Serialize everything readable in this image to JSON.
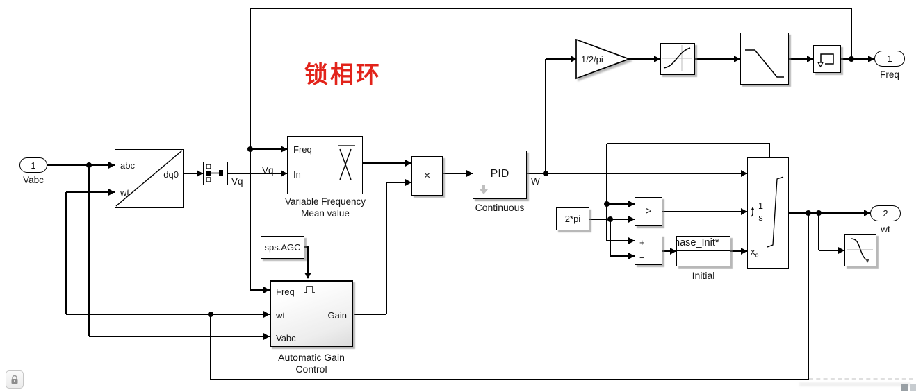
{
  "title": {
    "text": "锁相环"
  },
  "colors": {
    "accent_red": "#e2231a",
    "wire": "#000000",
    "block_fill": "#ffffff",
    "shadow": "#7d7d7d"
  },
  "inports": {
    "vabc": {
      "number": "1",
      "label": "Vabc"
    }
  },
  "outports": {
    "freq": {
      "number": "1",
      "label": "Freq"
    },
    "wt": {
      "number": "2",
      "label": "wt"
    }
  },
  "blocks": {
    "abc_dq0": {
      "in1": "abc",
      "in2": "wt",
      "out": "dq0"
    },
    "variable_frequency": {
      "in1": "Freq",
      "in2": "In",
      "caption_line1": "Variable Frequency",
      "caption_line2": "Mean value"
    },
    "product": {
      "symbol": "×"
    },
    "pid": {
      "text": "PID",
      "caption": "Continuous"
    },
    "gain": {
      "text": "1/2/pi"
    },
    "constant_2pi": {
      "text": "2*pi"
    },
    "constant_sps_agc": {
      "text": "sps.AGC"
    },
    "relational": {
      "symbol": ">"
    },
    "sum": {
      "plus": "+",
      "minus": "−"
    },
    "initial": {
      "text": "hase_Init*",
      "caption": "Initial"
    },
    "integrator": {
      "numerator": "1",
      "denominator": "s",
      "x0_label": "x",
      "x0_sub": "o"
    },
    "agc": {
      "in1": "Freq",
      "in2": "wt",
      "in3": "Vabc",
      "out": "Gain",
      "caption_line1": "Automatic Gain",
      "caption_line2": "Control"
    }
  },
  "signal_labels": {
    "vq_a": "Vq",
    "vq_b": "Vq",
    "w": "W"
  },
  "icons": {
    "mean": "mean-xbar-icon",
    "saturation": "saturation-curve-icon",
    "lowpass": "lowpass-filter-icon",
    "memory": "memory-loop-icon",
    "hit_crossing": "hit-crossing-icon",
    "pid_mode": "down-arrow-icon",
    "agc_trigger": "pulse-trigger-icon",
    "integrator_reset": "rising-edge-icon",
    "selector": "selector-icon",
    "lock": "lock-icon"
  }
}
